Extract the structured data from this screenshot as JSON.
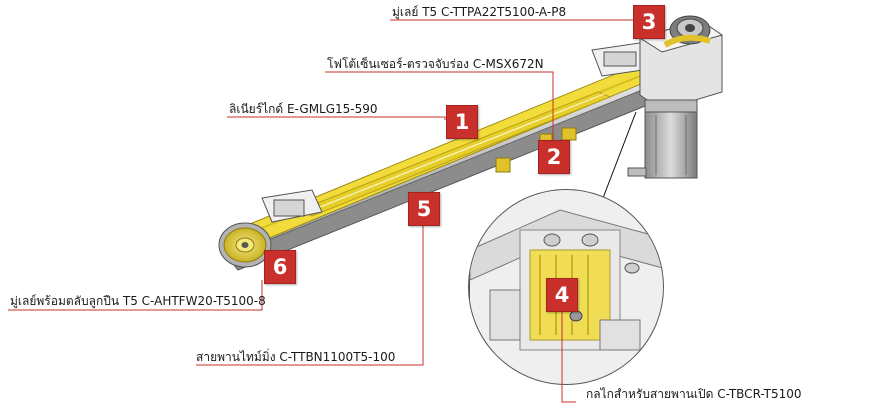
{
  "colors": {
    "accent_red": "#c9302c",
    "belt_yellow": "#f2dc3c",
    "frame_grey": "#bdbdbd",
    "leader_line": "#c9302c"
  },
  "callouts": [
    {
      "number": "1",
      "label": "ลิเนียร์ไกด์ E-GMLG15-590"
    },
    {
      "number": "2",
      "label": "โฟโต้เซ็นเซอร์-ตรวจจับร่อง C-MSX672N"
    },
    {
      "number": "3",
      "label": "มู่เลย์ T5 C-TTPA22T5100-A-P8"
    },
    {
      "number": "4",
      "label": "กลไกสำหรับสายพานเปิด C-TBCR-T5100"
    },
    {
      "number": "5",
      "label": "สายพานไทม์มิ่ง C-TTBN1100T5-100"
    },
    {
      "number": "6",
      "label": "มู่เลย์พร้อมตลับลูกปืน T5 C-AHTFW20-T5100-8"
    }
  ]
}
